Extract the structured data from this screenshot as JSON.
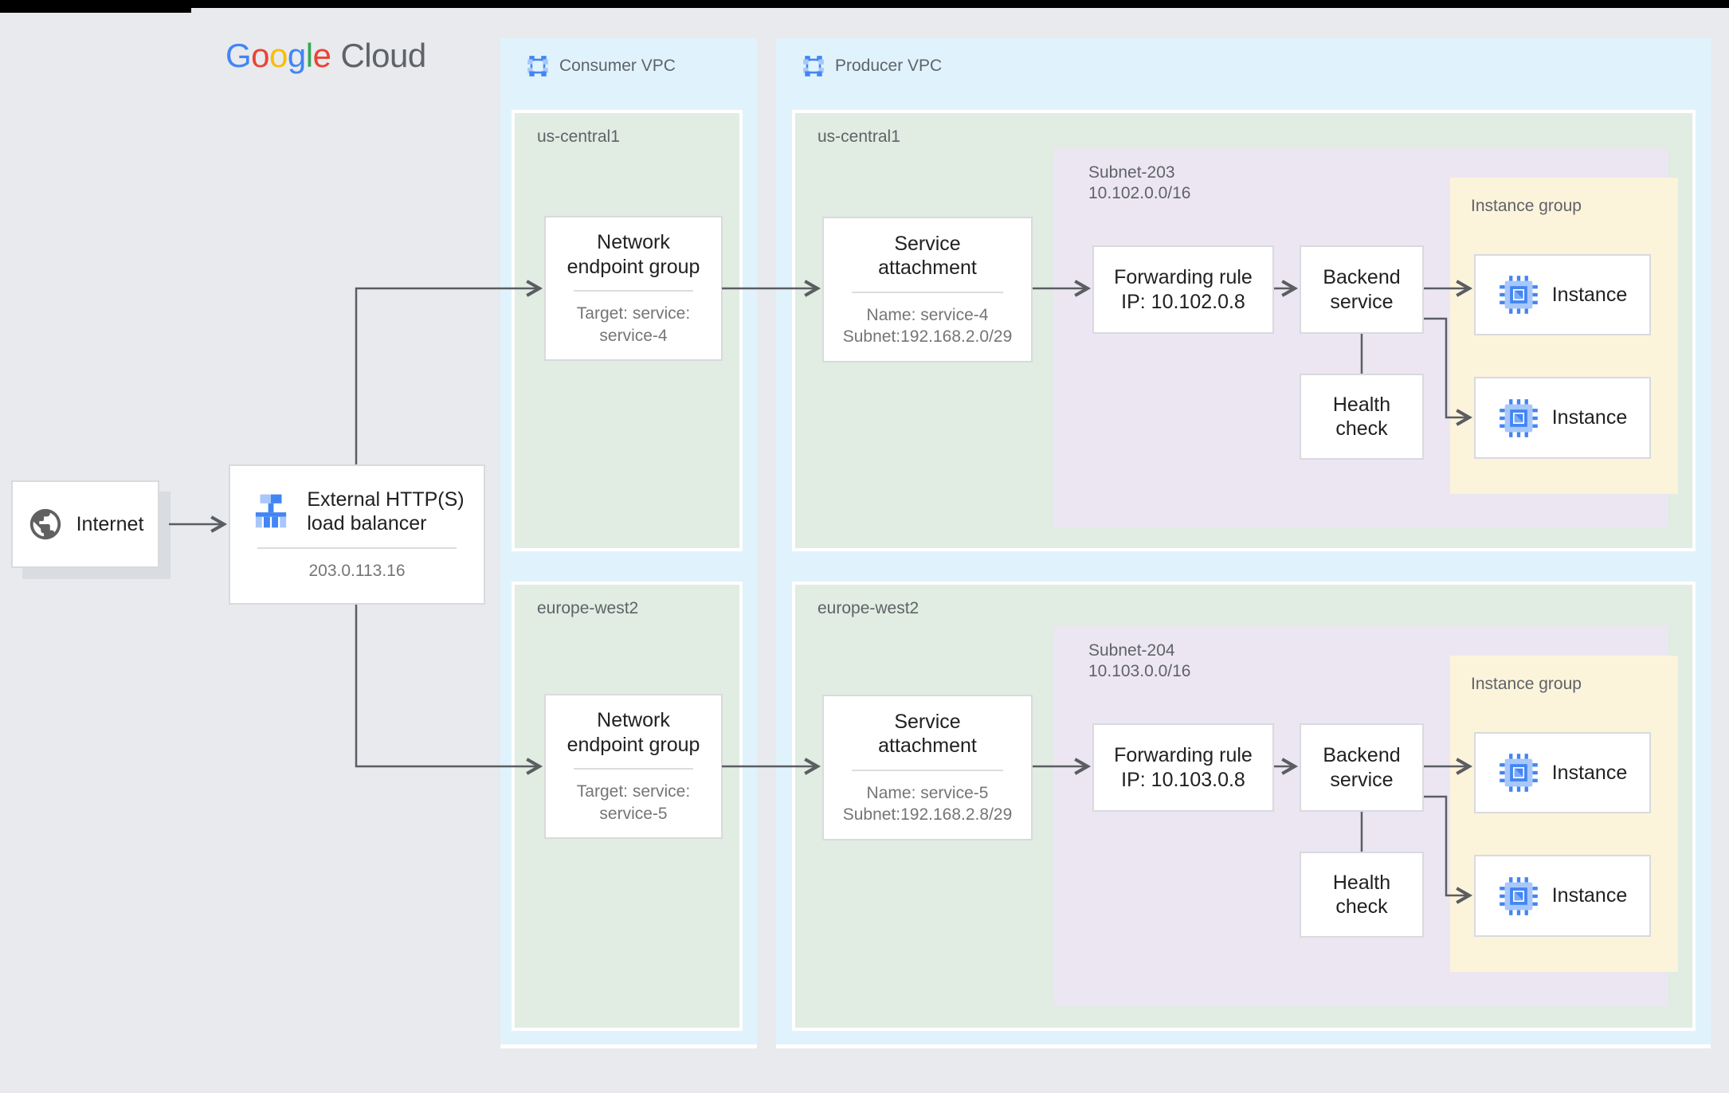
{
  "palette": {
    "page-bg": "#E8EAED",
    "topbar-black": "#000000",
    "vpc-bg": "#E0F3FC",
    "region-bg": "#E1ECE2",
    "subnet-bg": "#ECE6F3",
    "group-bg": "#FCF3DB",
    "box-bg": "#FFFFFF",
    "box-border": "#D8DADD",
    "divider": "#DADCE0",
    "title-text": "#212121",
    "label-gray": "#5F6368",
    "subtext-gray": "#757575",
    "arrow": "#5A5D61",
    "shadow": "#D9DCE0",
    "google-blue": "#4285F4",
    "google-blue-mid": "#7BAAF7",
    "google-blue-light": "#A8C7FA",
    "google-red": "#EA4335",
    "google-yellow": "#FBBC05",
    "google-green": "#34A853",
    "globe-gray": "#616161"
  },
  "logo": {
    "letters": [
      {
        "ch": "G",
        "color": "#4285F4"
      },
      {
        "ch": "o",
        "color": "#EA4335"
      },
      {
        "ch": "o",
        "color": "#FBBC05"
      },
      {
        "ch": "g",
        "color": "#4285F4"
      },
      {
        "ch": "l",
        "color": "#34A853"
      },
      {
        "ch": "e",
        "color": "#EA4335"
      }
    ],
    "suffix": "Cloud"
  },
  "internet": {
    "label": "Internet"
  },
  "load_balancer": {
    "title_line1": "External HTTP(S)",
    "title_line2": "load balancer",
    "ip": "203.0.113.16"
  },
  "consumer_vpc": {
    "label": "Consumer VPC",
    "regions": [
      {
        "name": "us-central1",
        "neg": {
          "title_line1": "Network",
          "title_line2": "endpoint group",
          "target_line1": "Target: service:",
          "target_line2": "service-4"
        }
      },
      {
        "name": "europe-west2",
        "neg": {
          "title_line1": "Network",
          "title_line2": "endpoint group",
          "target_line1": "Target: service:",
          "target_line2": "service-5"
        }
      }
    ]
  },
  "producer_vpc": {
    "label": "Producer VPC",
    "regions": [
      {
        "name": "us-central1",
        "service_attachment": {
          "title_line1": "Service",
          "title_line2": "attachment",
          "name_line": "Name: service-4",
          "subnet_line": "Subnet:192.168.2.0/29"
        },
        "subnet": {
          "name": "Subnet-203",
          "cidr": "10.102.0.0/16",
          "forwarding_rule_line1": "Forwarding rule",
          "forwarding_rule_line2": "IP: 10.102.0.8",
          "backend_line1": "Backend",
          "backend_line2": "service",
          "health_line1": "Health",
          "health_line2": "check"
        },
        "instance_group": {
          "label": "Instance group",
          "instances": [
            "Instance",
            "Instance"
          ]
        }
      },
      {
        "name": "europe-west2",
        "service_attachment": {
          "title_line1": "Service",
          "title_line2": "attachment",
          "name_line": "Name: service-5",
          "subnet_line": "Subnet:192.168.2.8/29"
        },
        "subnet": {
          "name": "Subnet-204",
          "cidr": "10.103.0.0/16",
          "forwarding_rule_line1": "Forwarding rule",
          "forwarding_rule_line2": "IP: 10.103.0.8",
          "backend_line1": "Backend",
          "backend_line2": "service",
          "health_line1": "Health",
          "health_line2": "check"
        },
        "instance_group": {
          "label": "Instance group",
          "instances": [
            "Instance",
            "Instance"
          ]
        }
      }
    ]
  }
}
